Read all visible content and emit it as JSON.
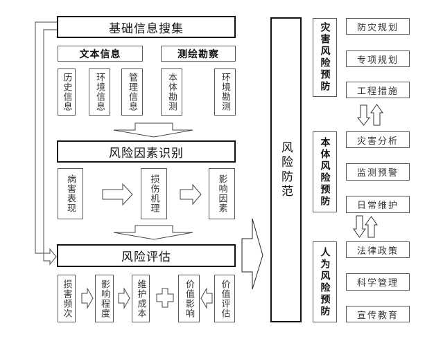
{
  "stages": {
    "info_collection": {
      "title": "基础信息搜集",
      "groups": [
        {
          "label": "文本信息",
          "items": [
            "历史信息",
            "环境信息",
            "管理信息"
          ]
        },
        {
          "label": "测绘勘察",
          "items": [
            "本体勘测",
            "环境勘测"
          ]
        }
      ]
    },
    "risk_identification": {
      "title": "风险因素识别",
      "items": [
        "病害表现",
        "损伤机理",
        "影响因素"
      ]
    },
    "risk_assessment": {
      "title": "风险评估",
      "items": [
        "损害频次",
        "影响程度",
        "维护成本",
        "价值影响",
        "价值评估"
      ]
    }
  },
  "prevention": {
    "title": "风险防范",
    "groups": [
      {
        "label": "灾害风险预防",
        "measures": [
          "防灾规划",
          "专项规划",
          "工程措施"
        ]
      },
      {
        "label": "本体风险预防",
        "measures": [
          "灾害分析",
          "监测预警",
          "日常维护"
        ]
      },
      {
        "label": "人为风险预防",
        "measures": [
          "法律政策",
          "科学管理",
          "宣传教育"
        ]
      }
    ]
  },
  "colors": {
    "line": "#555555",
    "strong_line": "#111111",
    "background": "#ffffff"
  }
}
